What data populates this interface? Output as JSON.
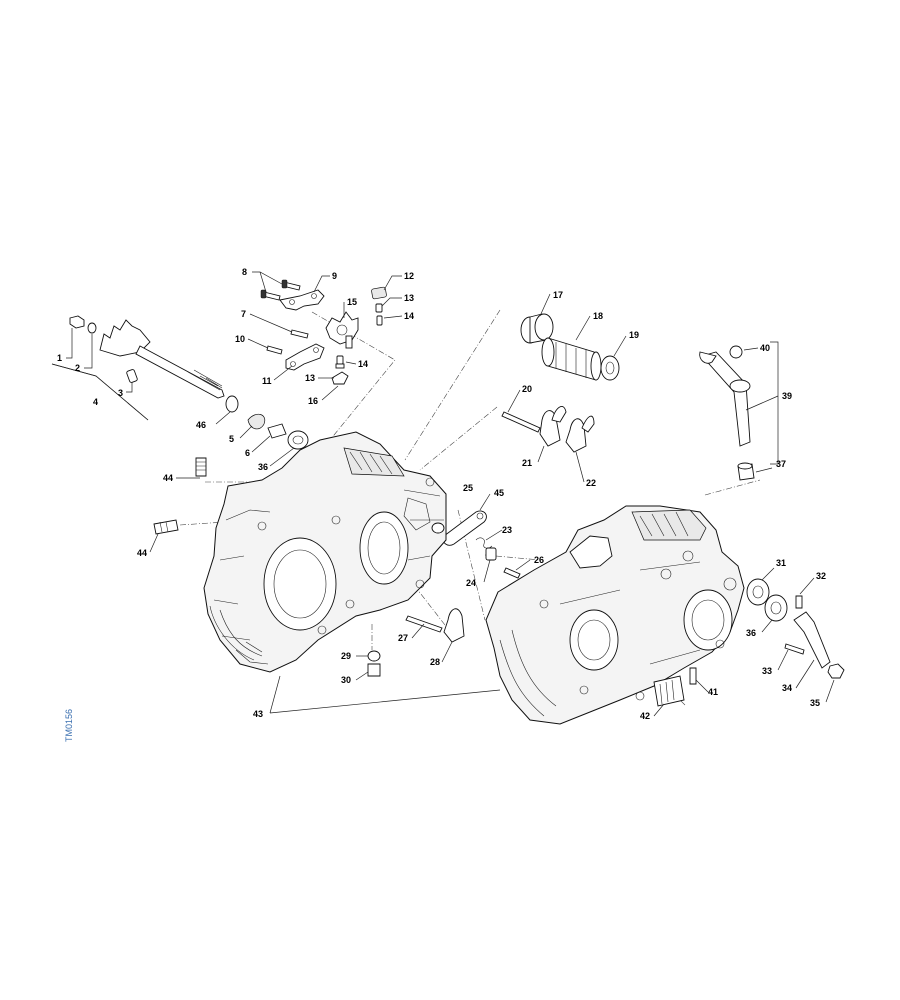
{
  "drawing_code": "TM0156",
  "callouts": [
    {
      "id": "c1",
      "text": "1"
    },
    {
      "id": "c2",
      "text": "2"
    },
    {
      "id": "c3",
      "text": "3"
    },
    {
      "id": "c4",
      "text": "4"
    },
    {
      "id": "c5",
      "text": "5"
    },
    {
      "id": "c6",
      "text": "6"
    },
    {
      "id": "c7",
      "text": "7"
    },
    {
      "id": "c8",
      "text": "8"
    },
    {
      "id": "c9",
      "text": "9"
    },
    {
      "id": "c10",
      "text": "10"
    },
    {
      "id": "c11",
      "text": "11"
    },
    {
      "id": "c12",
      "text": "12"
    },
    {
      "id": "c13a",
      "text": "13"
    },
    {
      "id": "c13b",
      "text": "13"
    },
    {
      "id": "c14a",
      "text": "14"
    },
    {
      "id": "c14b",
      "text": "14"
    },
    {
      "id": "c15",
      "text": "15"
    },
    {
      "id": "c16",
      "text": "16"
    },
    {
      "id": "c17",
      "text": "17"
    },
    {
      "id": "c18",
      "text": "18"
    },
    {
      "id": "c19",
      "text": "19"
    },
    {
      "id": "c20",
      "text": "20"
    },
    {
      "id": "c21",
      "text": "21"
    },
    {
      "id": "c22",
      "text": "22"
    },
    {
      "id": "c23",
      "text": "23"
    },
    {
      "id": "c24",
      "text": "24"
    },
    {
      "id": "c25",
      "text": "25"
    },
    {
      "id": "c26",
      "text": "26"
    },
    {
      "id": "c27",
      "text": "27"
    },
    {
      "id": "c28",
      "text": "28"
    },
    {
      "id": "c29",
      "text": "29"
    },
    {
      "id": "c30",
      "text": "30"
    },
    {
      "id": "c31",
      "text": "31"
    },
    {
      "id": "c32",
      "text": "32"
    },
    {
      "id": "c33",
      "text": "33"
    },
    {
      "id": "c34",
      "text": "34"
    },
    {
      "id": "c35",
      "text": "35"
    },
    {
      "id": "c36a",
      "text": "36"
    },
    {
      "id": "c36b",
      "text": "36"
    },
    {
      "id": "c37",
      "text": "37"
    },
    {
      "id": "c39",
      "text": "39"
    },
    {
      "id": "c40",
      "text": "40"
    },
    {
      "id": "c41",
      "text": "41"
    },
    {
      "id": "c42",
      "text": "42"
    },
    {
      "id": "c43",
      "text": "43"
    },
    {
      "id": "c44a",
      "text": "44"
    },
    {
      "id": "c44b",
      "text": "44"
    },
    {
      "id": "c45",
      "text": "45"
    },
    {
      "id": "c46",
      "text": "46"
    }
  ]
}
